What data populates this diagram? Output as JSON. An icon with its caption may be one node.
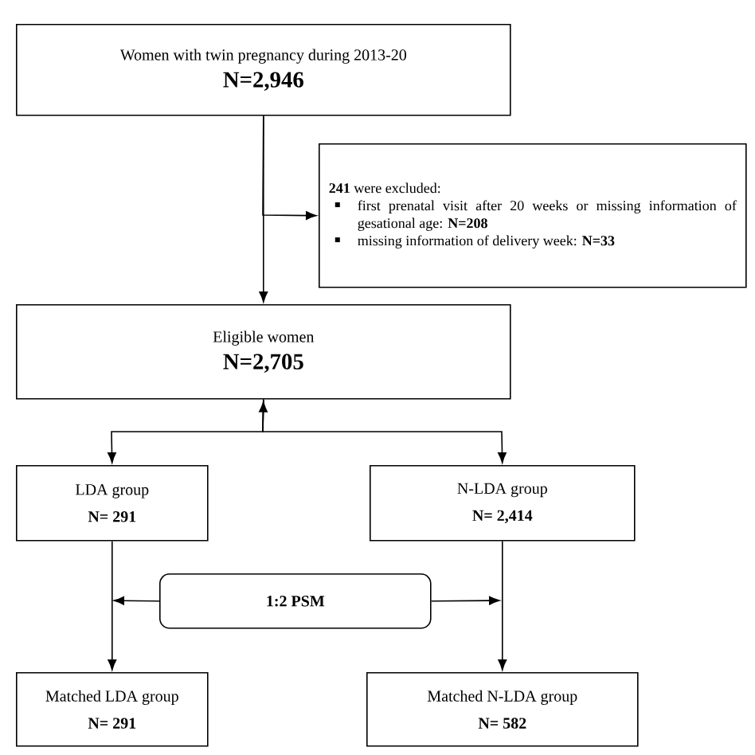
{
  "diagram": {
    "nodes": [
      {
        "text": [
          "Women with twin pregnancy during 2013-20",
          "N=2,946"
        ]
      },
      {
        "text": [
          "**241** were excluded:",
          "first prenatal visit after 20 weeks or missing information of gesational age: **N=208**",
          "missing information of delivery week: **N=33**"
        ]
      },
      {
        "text": [
          "Eligible women",
          "N=2,705"
        ]
      },
      {
        "text": [
          "LDA group",
          "N= 291"
        ]
      },
      {
        "text": [
          "N-LDA group",
          "N= 2,414"
        ]
      },
      {
        "text": [
          "1:2 PSM"
        ]
      },
      {
        "text": [
          "Matched LDA group",
          "N= 291"
        ]
      },
      {
        "text": [
          "Matched N-LDA group",
          "N= 582"
        ]
      }
    ],
    "edges": [
      {
        "from": 0,
        "to": 2,
        "arrow": "to"
      },
      {
        "from": 0,
        "to": 1,
        "arrow": "to"
      },
      {
        "from": null,
        "to": 2,
        "arrow": "to"
      },
      {
        "from": 2,
        "to": 3,
        "arrow": "to"
      },
      {
        "from": 2,
        "to": 4,
        "arrow": "to"
      },
      {
        "from": 3,
        "to": 6,
        "arrow": "to"
      },
      {
        "from": 4,
        "to": 7,
        "arrow": "to"
      },
      {
        "from": 5,
        "to": null,
        "arrow": "to"
      },
      {
        "from": 5,
        "to": null,
        "arrow": "to"
      }
    ]
  }
}
